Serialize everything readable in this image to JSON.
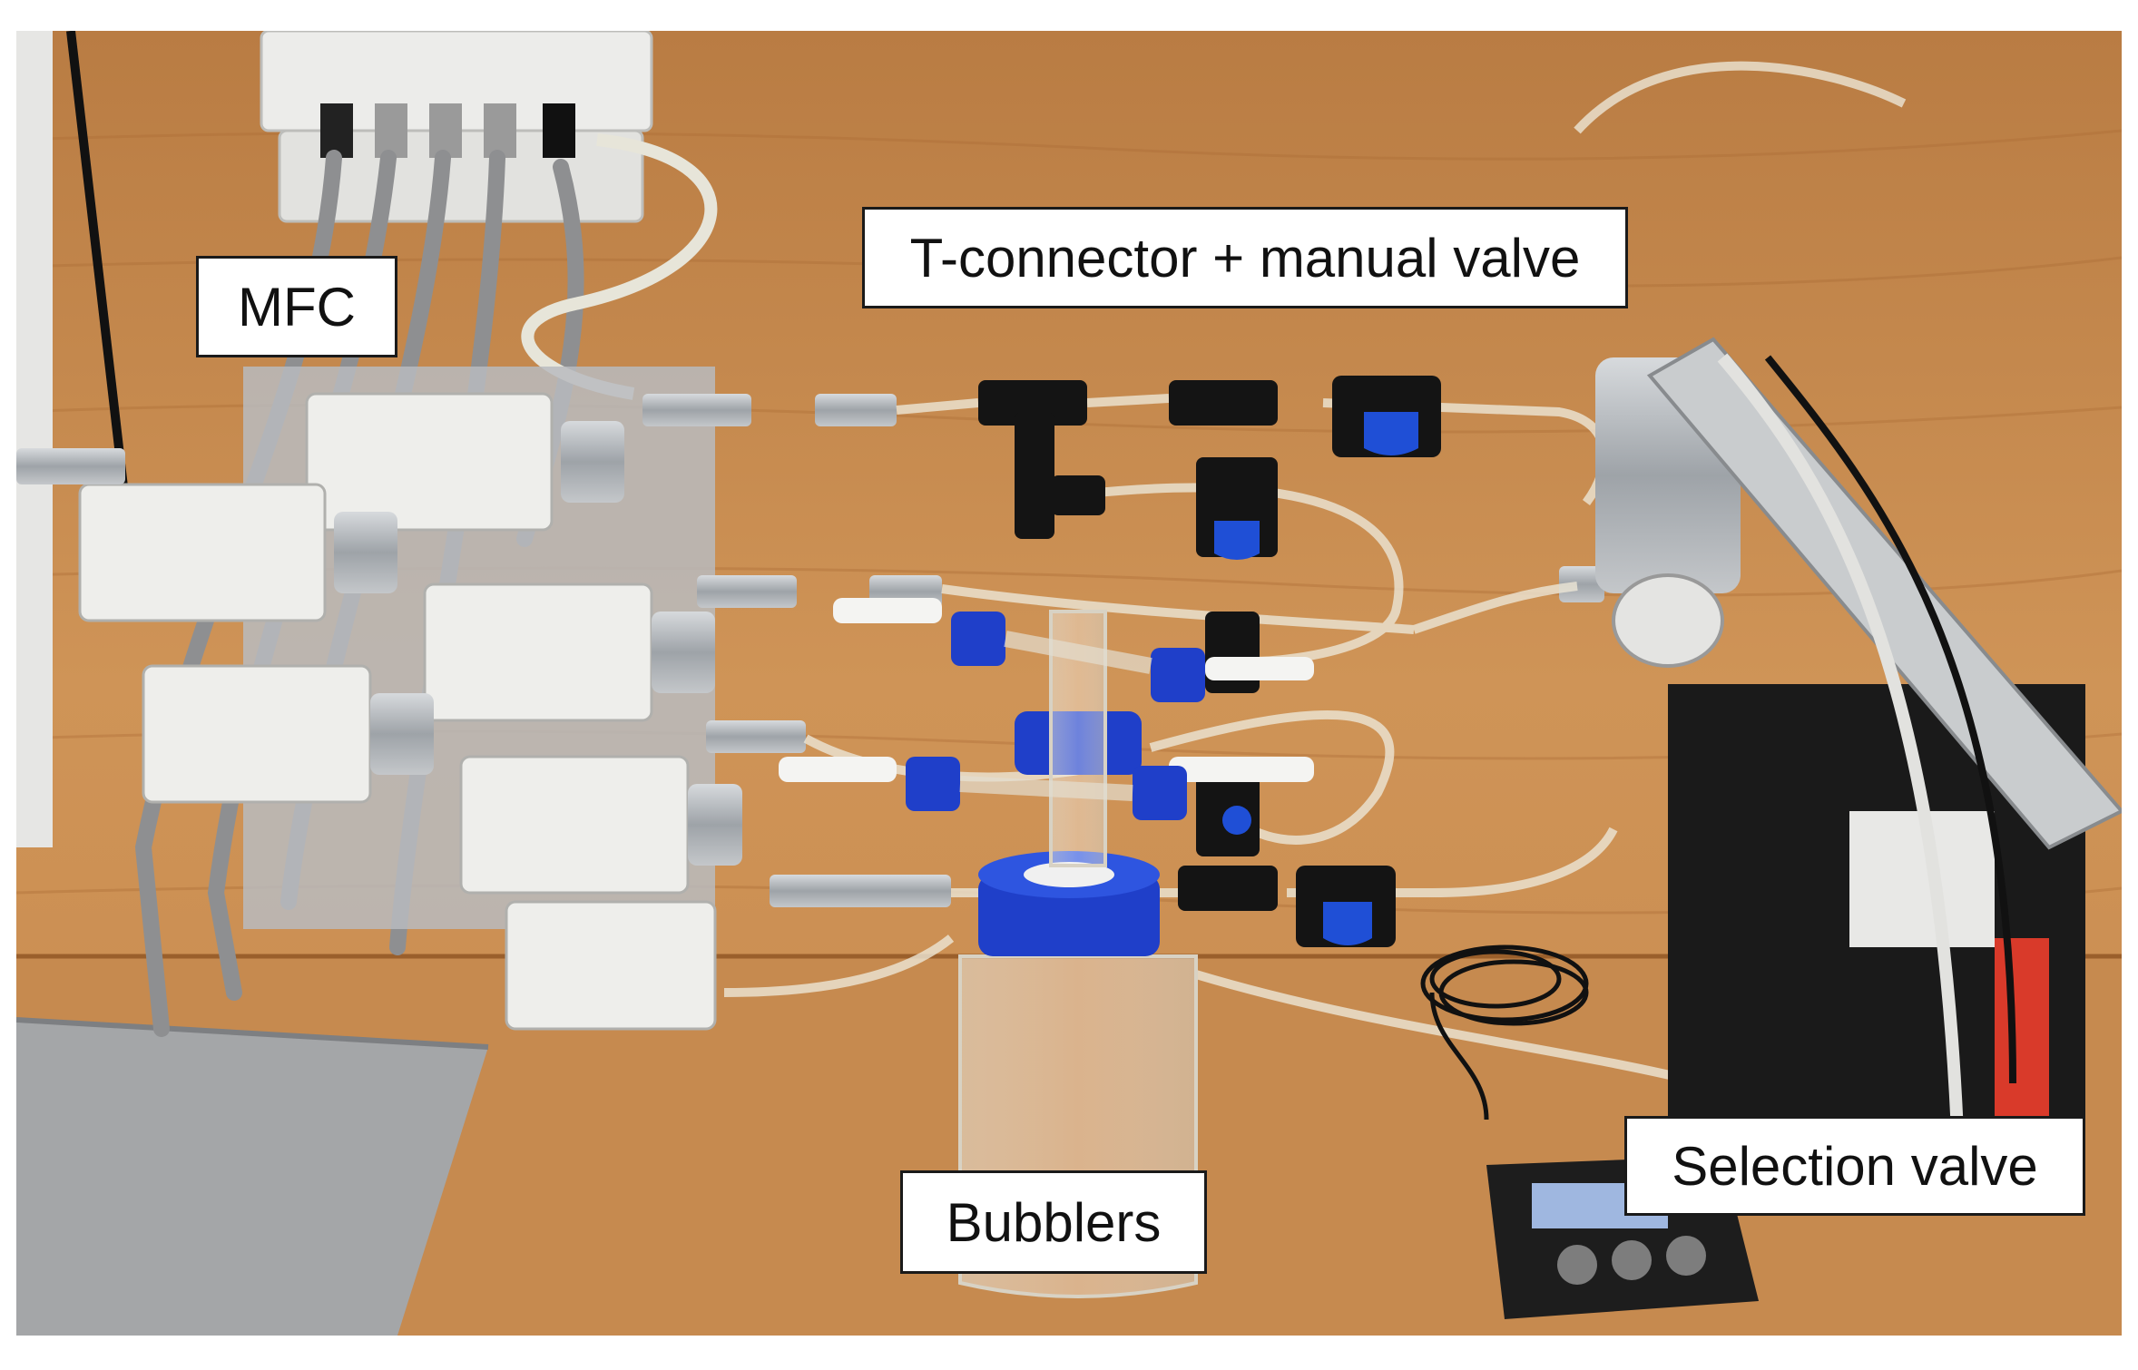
{
  "labels": {
    "mfc": "MFC",
    "t_connector": "T-connector + manual valve",
    "selection_valve": "Selection valve",
    "bubblers": "Bubblers"
  },
  "colors": {
    "wood": "#c98d4e",
    "valve_blue": "#1f4fd6",
    "fitting_black": "#141414",
    "module_white": "#e9e9e6",
    "steel": "#a9adb1"
  }
}
